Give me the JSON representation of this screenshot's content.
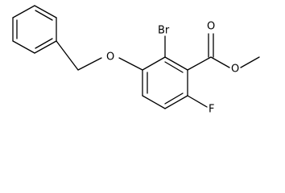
{
  "molecule": {
    "atom_labels": {
      "bromine": "Br",
      "ring_oxygen": "O",
      "carbonyl_oxygen": "O",
      "ester_oxygen": "O",
      "fluorine": "F"
    }
  }
}
